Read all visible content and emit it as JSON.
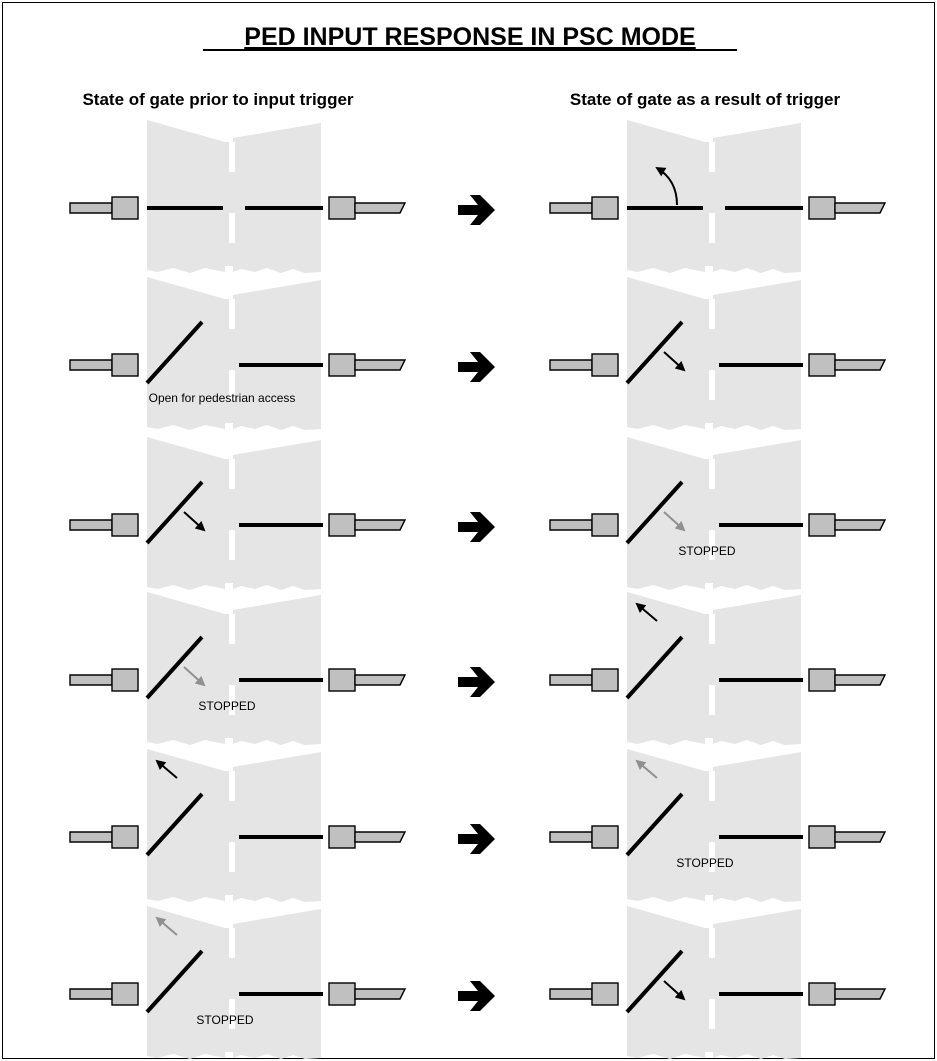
{
  "title": "PED INPUT RESPONSE IN PSC MODE",
  "headings": {
    "left": "State of gate prior to input trigger",
    "right": "State of gate as a result of trigger"
  },
  "colors": {
    "floor": "#e5e5e5",
    "post": "#c0c0c0",
    "leaf": "#000000",
    "active_arrow": "#000000",
    "stopped_arrow": "#909090"
  },
  "rows": [
    {
      "before": {
        "left_leaf": "closed",
        "arrow": null,
        "caption": ""
      },
      "after": {
        "left_leaf": "closed",
        "arrow": "opening-curved",
        "caption": ""
      }
    },
    {
      "before": {
        "left_leaf": "open",
        "arrow": null,
        "caption": "Open for pedestrian access"
      },
      "after": {
        "left_leaf": "open",
        "arrow": "closing",
        "caption": ""
      }
    },
    {
      "before": {
        "left_leaf": "open",
        "arrow": "closing",
        "caption": ""
      },
      "after": {
        "left_leaf": "open",
        "arrow": "closing-stopped",
        "caption": "STOPPED"
      }
    },
    {
      "before": {
        "left_leaf": "open",
        "arrow": "closing-stopped",
        "caption": "STOPPED"
      },
      "after": {
        "left_leaf": "open",
        "arrow": "opening",
        "caption": ""
      }
    },
    {
      "before": {
        "left_leaf": "open",
        "arrow": "opening",
        "caption": ""
      },
      "after": {
        "left_leaf": "open",
        "arrow": "opening-stopped",
        "caption": "STOPPED"
      }
    },
    {
      "before": {
        "left_leaf": "open",
        "arrow": "opening-stopped",
        "caption": "STOPPED"
      },
      "after": {
        "left_leaf": "open",
        "arrow": "closing",
        "caption": ""
      }
    }
  ]
}
